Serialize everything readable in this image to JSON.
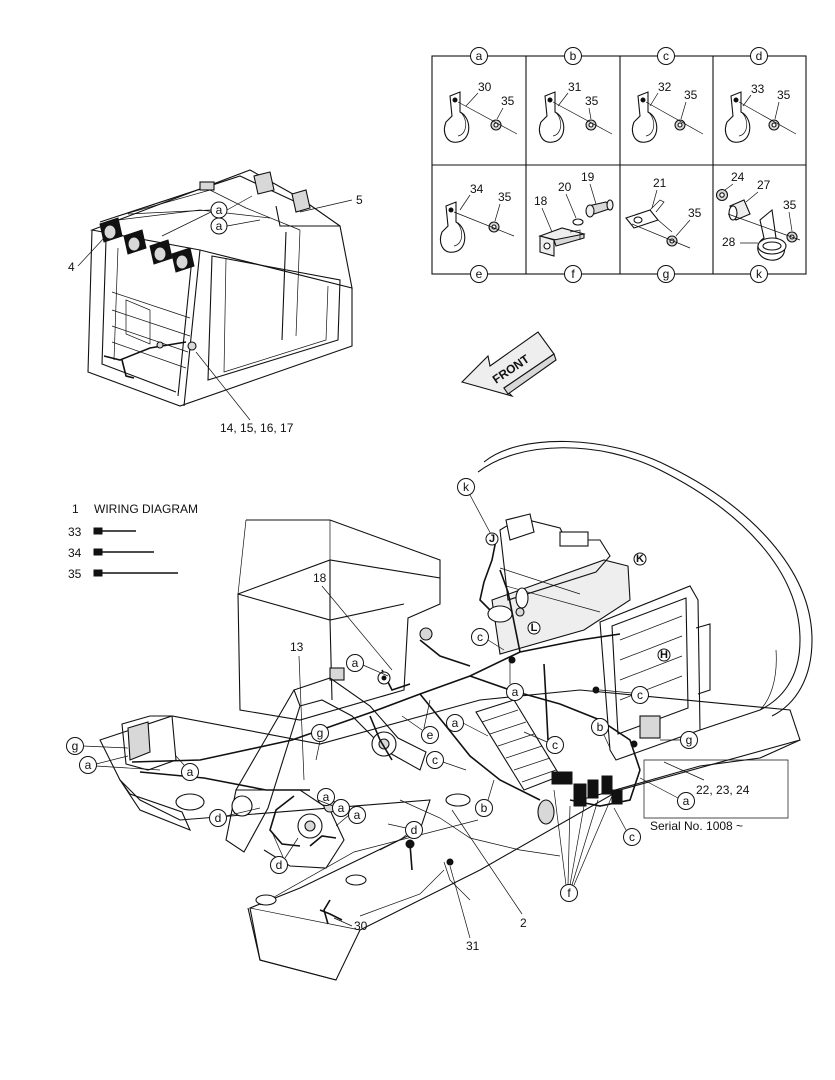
{
  "grid": {
    "letters_top": [
      "a",
      "b",
      "c",
      "d"
    ],
    "letters_bottom": [
      "e",
      "f",
      "g",
      "k"
    ],
    "cells": [
      {
        "id": "a",
        "nums": [
          "30",
          "35"
        ]
      },
      {
        "id": "b",
        "nums": [
          "31",
          "35"
        ]
      },
      {
        "id": "c",
        "nums": [
          "32",
          "35"
        ]
      },
      {
        "id": "d",
        "nums": [
          "33",
          "35"
        ]
      },
      {
        "id": "e",
        "nums": [
          "34",
          "35"
        ]
      },
      {
        "id": "f",
        "nums": [
          "18",
          "20",
          "19"
        ]
      },
      {
        "id": "g",
        "nums": [
          "21",
          "35"
        ]
      },
      {
        "id": "k",
        "nums": [
          "24",
          "27",
          "35",
          "28"
        ]
      }
    ]
  },
  "front_arrow": "FRONT",
  "cab": {
    "label_4": "4",
    "label_5": "5",
    "label_a": "a",
    "label_14": "14, 15, 16, 17"
  },
  "legend": {
    "title_num": "1",
    "title": "WIRING DIAGRAM",
    "items": [
      "33",
      "34",
      "35"
    ]
  },
  "machine": {
    "labels": {
      "k": "k",
      "j": "J",
      "K": "K",
      "L": "L",
      "H": "H",
      "18": "18",
      "13": "13",
      "a": "a",
      "c": "c",
      "e": "e",
      "b": "b",
      "g": "g",
      "d": "d",
      "f": "f",
      "2": "2",
      "30": "30",
      "31": "31",
      "22": "22, 23, 24",
      "serial": "Serial No. 1008 ~"
    }
  }
}
